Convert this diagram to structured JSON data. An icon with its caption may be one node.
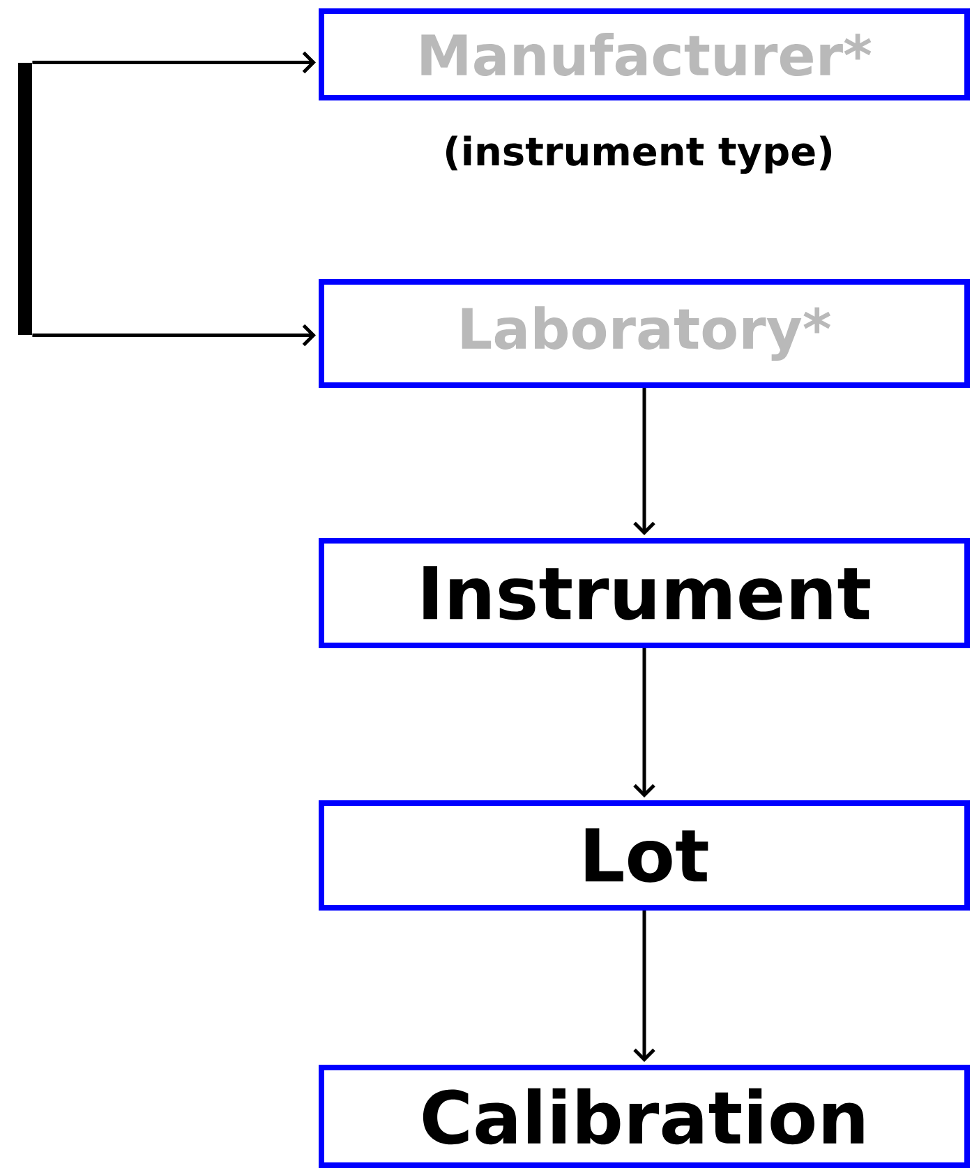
{
  "diagram": {
    "nodes": [
      {
        "text": [
          "Manufacturer*"
        ],
        "beside": [
          "(instrument type)"
        ]
      },
      {
        "text": [
          "Laboratory*"
        ]
      },
      {
        "text": [
          "Instrument"
        ]
      },
      {
        "text": [
          "Lot"
        ]
      },
      {
        "text": [
          "Calibration"
        ]
      },
      {
        "text": [],
        "shape": "bar"
      }
    ],
    "edges": [
      {
        "from": 5,
        "to": 0,
        "arrow": "to"
      },
      {
        "from": 5,
        "to": 1,
        "arrow": "to"
      },
      {
        "from": 1,
        "to": 2,
        "arrow": "to"
      },
      {
        "from": 2,
        "to": 3,
        "arrow": "to"
      },
      {
        "from": 3,
        "to": 4,
        "arrow": "to"
      }
    ]
  }
}
